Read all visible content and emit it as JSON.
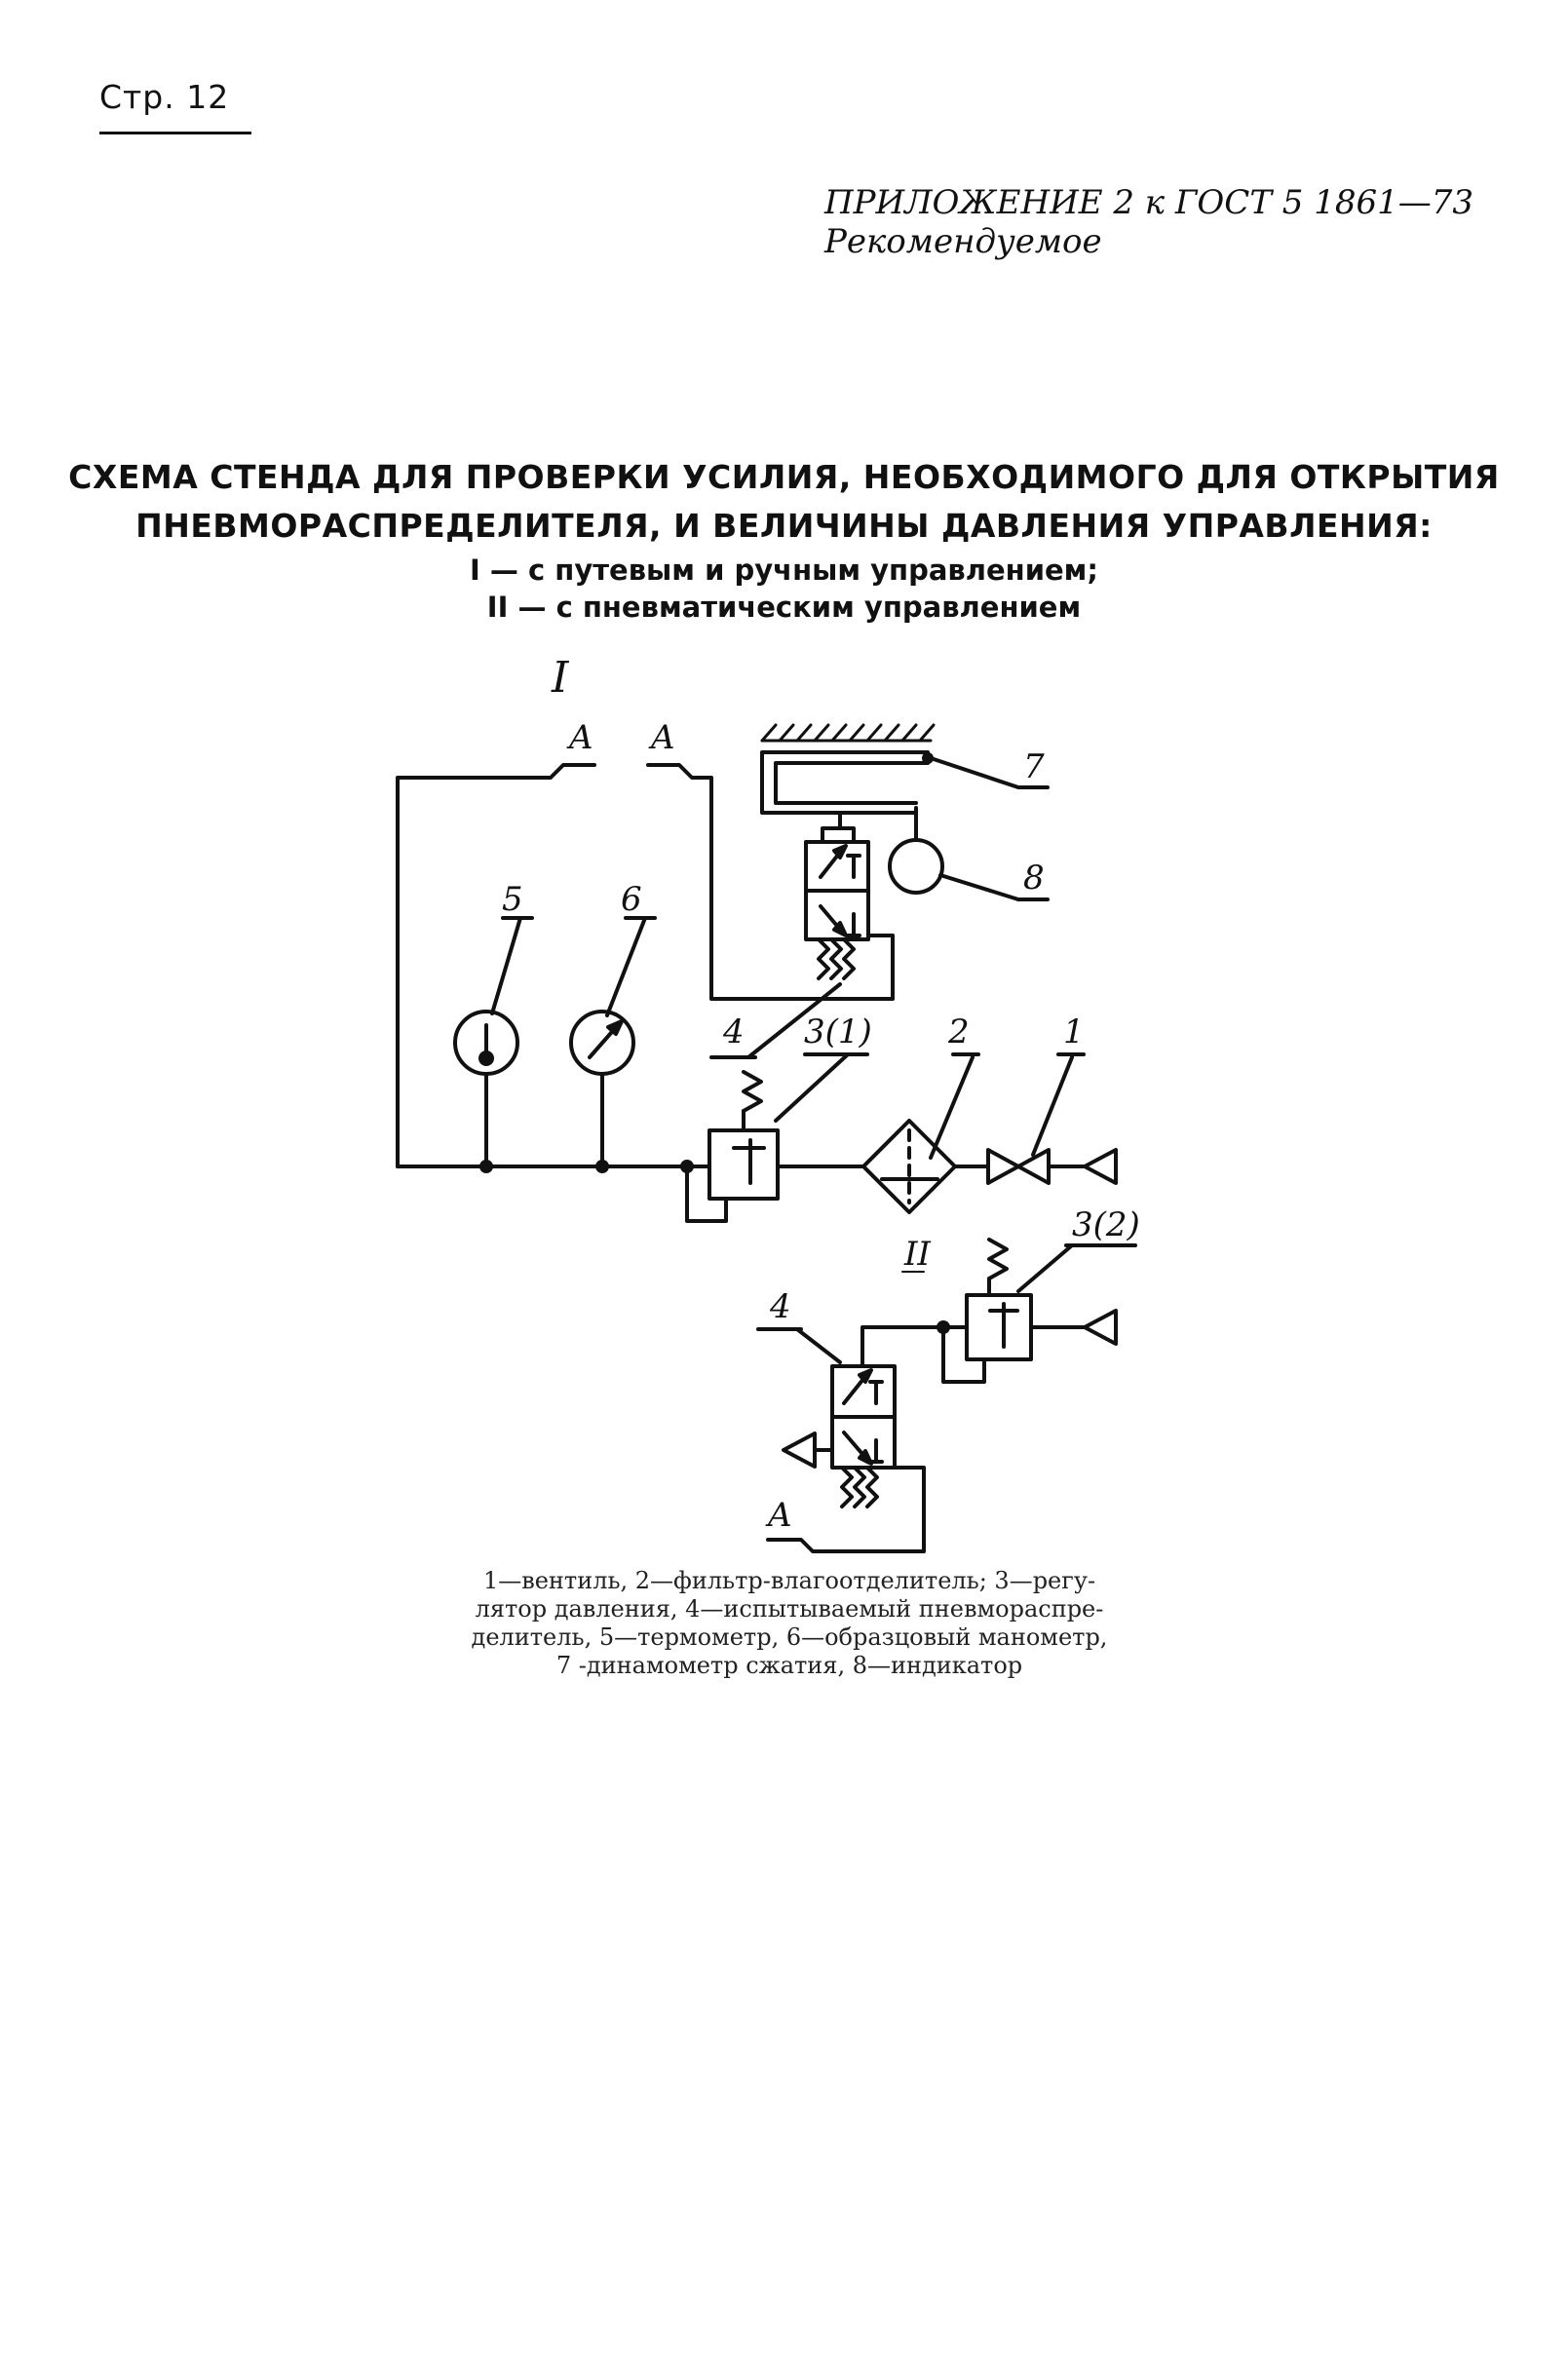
{
  "header": {
    "page_number": "Стр. 12",
    "appendix_line1": "ПРИЛОЖЕНИЕ 2 к ГОСТ 5 1861—73",
    "appendix_line2": "Рекомендуемое"
  },
  "title": {
    "line1": "СХЕМА СТЕНДА ДЛЯ ПРОВЕРКИ УСИЛИЯ, НЕОБХОДИМОГО ДЛЯ ОТКРЫТИЯ",
    "line2": "ПНЕВМОРАСПРЕДЕЛИТЕЛЯ, И ВЕЛИЧИНЫ ДАВЛЕНИЯ УПРАВЛЕНИЯ:"
  },
  "subtitle": {
    "line1": "I — с путевым и ручным управлением;",
    "line2": "II — с пневматическим управлением"
  },
  "diagram": {
    "scheme_i_label": "I",
    "scheme_ii_label": "II",
    "connection_label": "A",
    "labels": {
      "n1": "1",
      "n2": "2",
      "n3_1": "3(1)",
      "n3_2": "3(2)",
      "n4": "4",
      "n5": "5",
      "n6": "6",
      "n7": "7",
      "n8": "8"
    }
  },
  "caption": {
    "line1": "1—вентиль, 2—фильтр-влагоотделитель; 3—регу-",
    "line2": "лятор давления, 4—испытываемый пневмораспре-",
    "line3": "делитель, 5—термометр, 6—образцовый манометр,",
    "line4": "7 -динамометр сжатия, 8—индикатор"
  }
}
